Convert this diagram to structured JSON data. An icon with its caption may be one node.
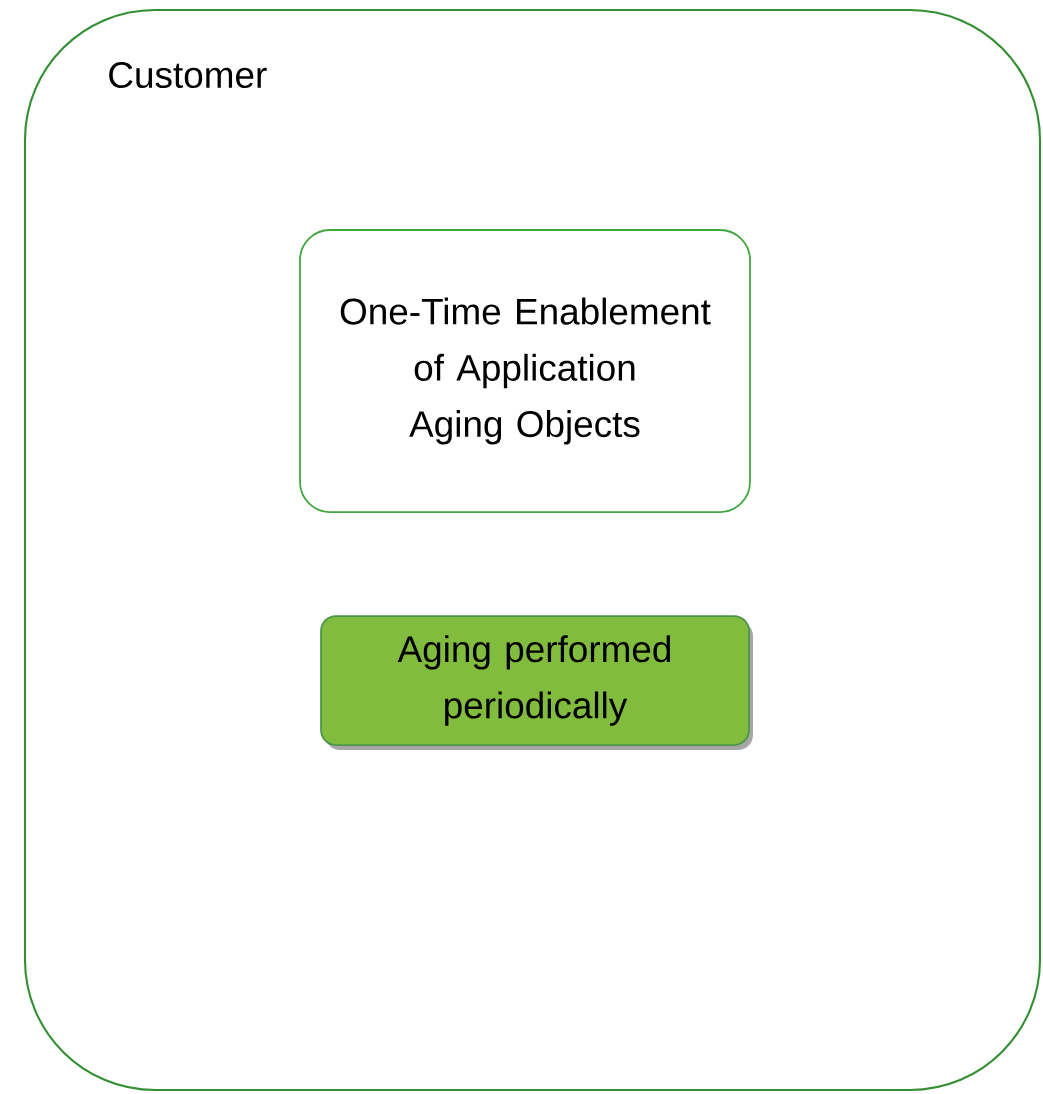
{
  "diagram": {
    "nodes": [
      {
        "text": [
          "Customer"
        ]
      },
      {
        "text": [
          "One-Time Enablement of Application Aging Objects"
        ],
        "in": 0
      },
      {
        "text": [
          "Aging performed periodically"
        ],
        "in": 0
      }
    ]
  }
}
